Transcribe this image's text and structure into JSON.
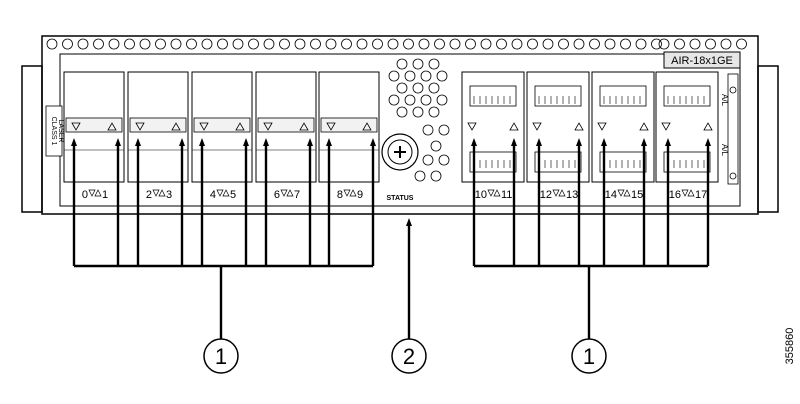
{
  "module": {
    "model_label": "AIR-18x1GE",
    "status_label": "STATUS",
    "class_label_line1": "CLASS 1",
    "class_label_line2": "LASER",
    "led_label_top": "A/L",
    "led_label_bottom": "A/L"
  },
  "port_groups": [
    {
      "name": "sfp-ports",
      "pairs": [
        {
          "left": "0",
          "right": "1"
        },
        {
          "left": "2",
          "right": "3"
        },
        {
          "left": "4",
          "right": "5"
        },
        {
          "left": "6",
          "right": "7"
        },
        {
          "left": "8",
          "right": "9"
        }
      ]
    },
    {
      "name": "rj45-ports",
      "pairs": [
        {
          "left": "10",
          "right": "11"
        },
        {
          "left": "12",
          "right": "13"
        },
        {
          "left": "14",
          "right": "15"
        },
        {
          "left": "16",
          "right": "17"
        }
      ]
    }
  ],
  "callouts": [
    {
      "number": "1"
    },
    {
      "number": "2"
    },
    {
      "number": "1"
    }
  ],
  "figure_id": "355860"
}
